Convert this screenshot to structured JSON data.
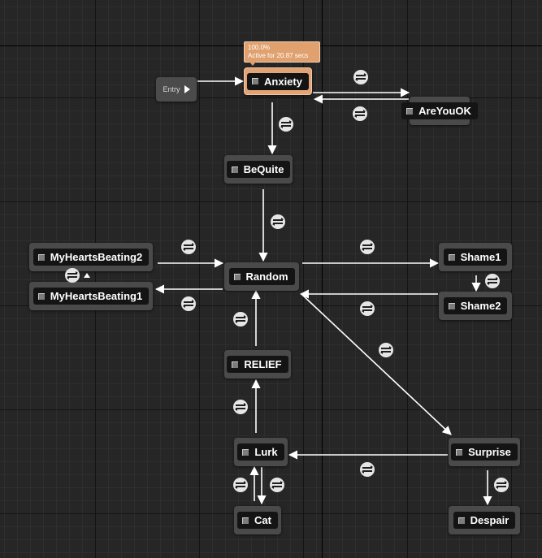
{
  "entry": {
    "label": "Entry"
  },
  "tooltip": {
    "percent": "100.0%",
    "active": "Active for 20.87 secs"
  },
  "states": {
    "anxiety": "Anxiety",
    "areyouok": "AreYouOK",
    "bequite": "BeQuite",
    "random": "Random",
    "myheartsbeating2": "MyHeartsBeating2",
    "myheartsbeating1": "MyHeartsBeating1",
    "shame1": "Shame1",
    "shame2": "Shame2",
    "relief": "RELIEF",
    "lurk": "Lurk",
    "cat": "Cat",
    "surprise": "Surprise",
    "despair": "Despair"
  },
  "active_state": "Anxiety",
  "colors": {
    "active_node": "#e2a477",
    "node": "#4a4a4a",
    "label_bg": "#141414",
    "wire": "#ffffff",
    "grid_bg": "#262626"
  },
  "icons": {
    "transition": "transition-rule-icon",
    "entry": "play-arrow-icon",
    "state": "state-square-icon"
  }
}
